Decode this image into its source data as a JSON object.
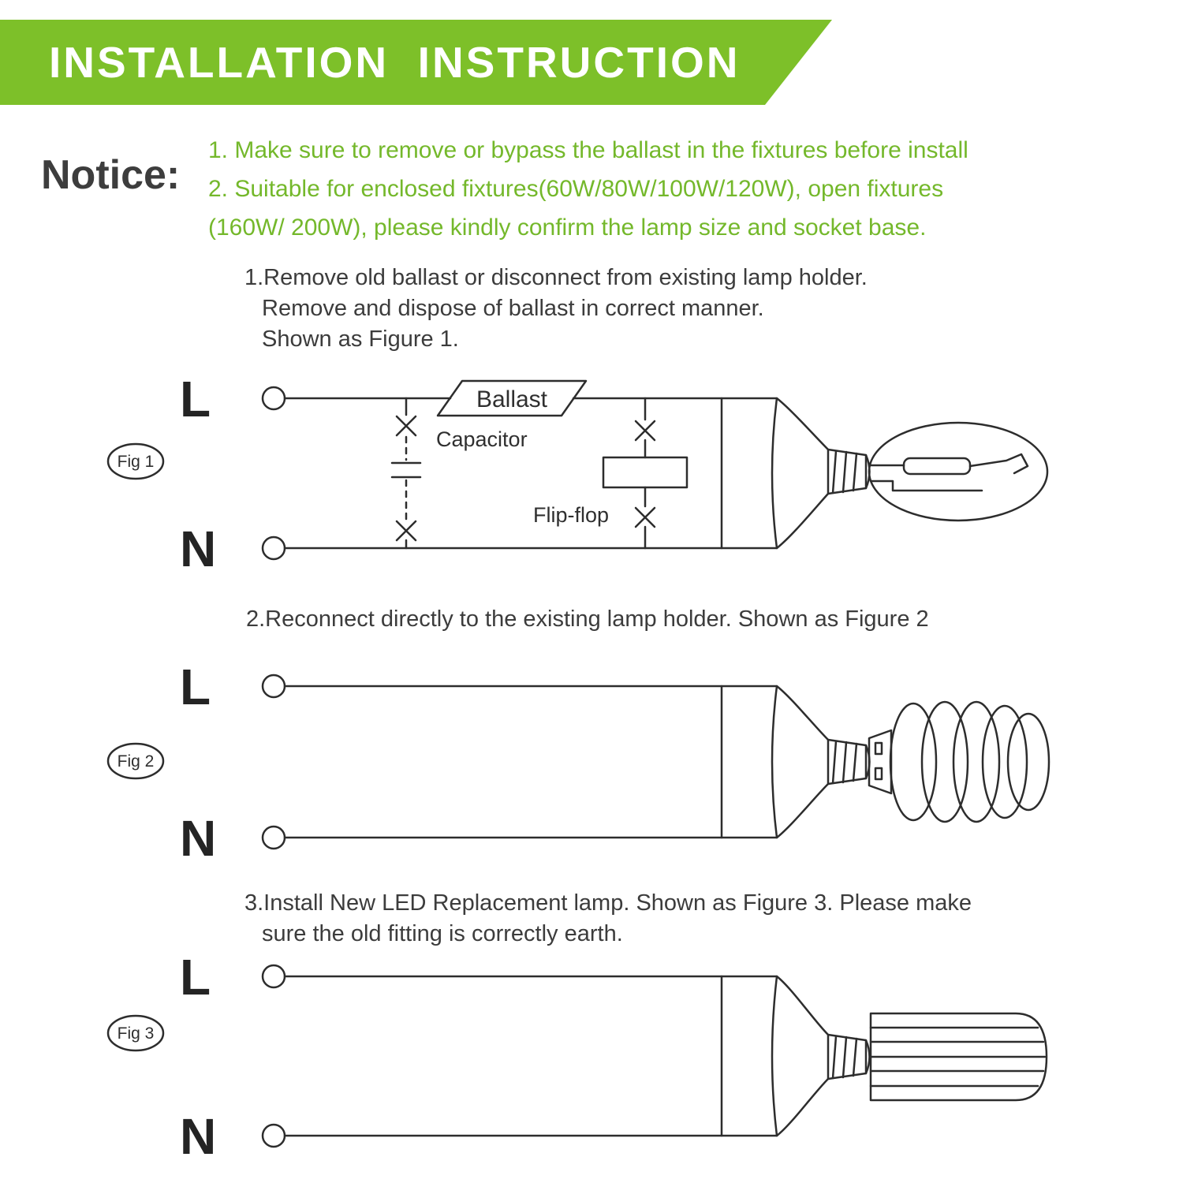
{
  "header": {
    "title": "INSTALLATION  INSTRUCTION"
  },
  "notice": {
    "label": "Notice:",
    "line1": "1. Make sure to remove or bypass the ballast in the fixtures before install",
    "line2": "2. Suitable for enclosed fixtures(60W/80W/100W/120W), open fixtures",
    "line3": "(160W/ 200W), please kindly confirm the lamp size and socket base."
  },
  "step1": {
    "line1": "1.Remove old ballast or disconnect from existing lamp holder.",
    "line2": "Remove and dispose of ballast in correct manner.",
    "line3": "Shown as Figure 1."
  },
  "step2": {
    "line1": "2.Reconnect directly to the existing lamp holder. Shown as Figure 2"
  },
  "step3": {
    "line1": "3.Install New LED Replacement lamp. Shown as Figure 3. Please make",
    "line2": "sure the old fitting is correctly earth."
  },
  "fig1": {
    "caption": "Fig 1",
    "terminal_l": "L",
    "terminal_n": "N",
    "ballast_label": "Ballast",
    "capacitor_label": "Capacitor",
    "flipflop_label": "Flip-flop"
  },
  "fig2": {
    "caption": "Fig 2",
    "terminal_l": "L",
    "terminal_n": "N"
  },
  "fig3": {
    "caption": "Fig 3",
    "terminal_l": "L",
    "terminal_n": "N"
  },
  "colors": {
    "header_green": "#7DC029",
    "notice_green": "#74B82B",
    "ink": "#3c3c3c",
    "line": "#2d2d2d",
    "background": "#ffffff"
  }
}
